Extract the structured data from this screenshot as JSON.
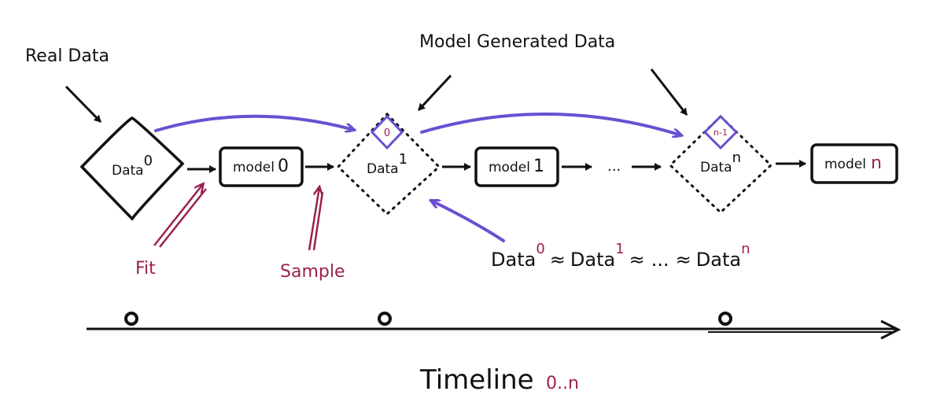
{
  "labels": {
    "real_data": "Real Data",
    "model_generated": "Model Generated Data",
    "fit": "Fit",
    "sample": "Sample",
    "timeline": "Timeline",
    "timeline_range": "0..n"
  },
  "nodes": {
    "data0": {
      "base": "Data",
      "sup": "0"
    },
    "model0": {
      "base": "model",
      "idx": "0"
    },
    "data1": {
      "base": "Data",
      "sup": "1"
    },
    "data1_tag": "0",
    "model1": {
      "base": "model",
      "idx": "1"
    },
    "ellipsis": "...",
    "datan": {
      "base": "Data",
      "sup": "n"
    },
    "datan_tag": "n-1",
    "modeln": {
      "base": "model",
      "idx": "n"
    }
  },
  "equation": {
    "t1": "Data",
    "s1": "0",
    "op1": "≈",
    "t2": "Data",
    "s2": "1",
    "op2": "≈",
    "t3": "...",
    "op3": "≈",
    "t4": "Data",
    "s4": "n"
  },
  "colors": {
    "ink": "#111111",
    "accent_purple": "#6a4fd1",
    "accent_maroon": "#9b2150"
  }
}
